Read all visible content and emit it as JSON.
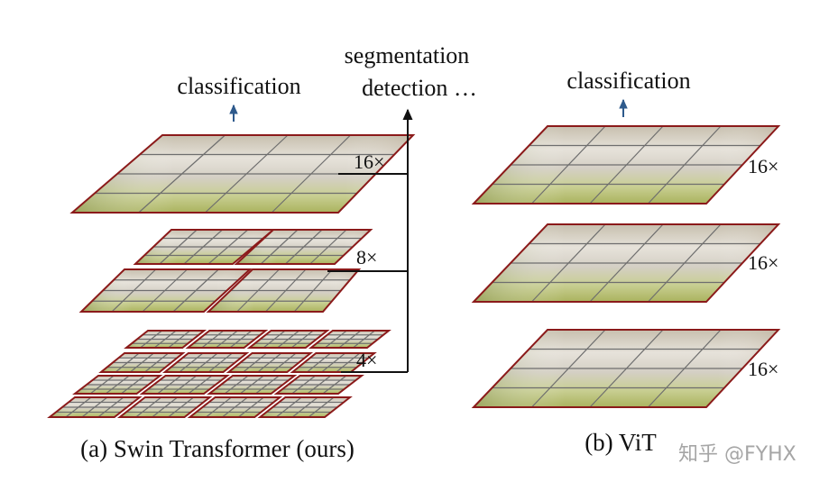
{
  "swin": {
    "output_label": "classification",
    "dense_label_line1": "segmentation",
    "dense_label_line2": "detection …",
    "scale_top": "16×",
    "scale_mid": "8×",
    "scale_bottom": "4×",
    "caption": "(a) Swin Transformer (ours)"
  },
  "vit": {
    "output_label": "classification",
    "scale_1": "16×",
    "scale_2": "16×",
    "scale_3": "16×",
    "caption": "(b) ViT"
  },
  "watermark": "知乎 @FYHX",
  "colors": {
    "window_border": "#8b1a1a",
    "grid_line": "#6e6e6e",
    "arrow_blue": "#2e5a8c",
    "connector": "#111111"
  }
}
